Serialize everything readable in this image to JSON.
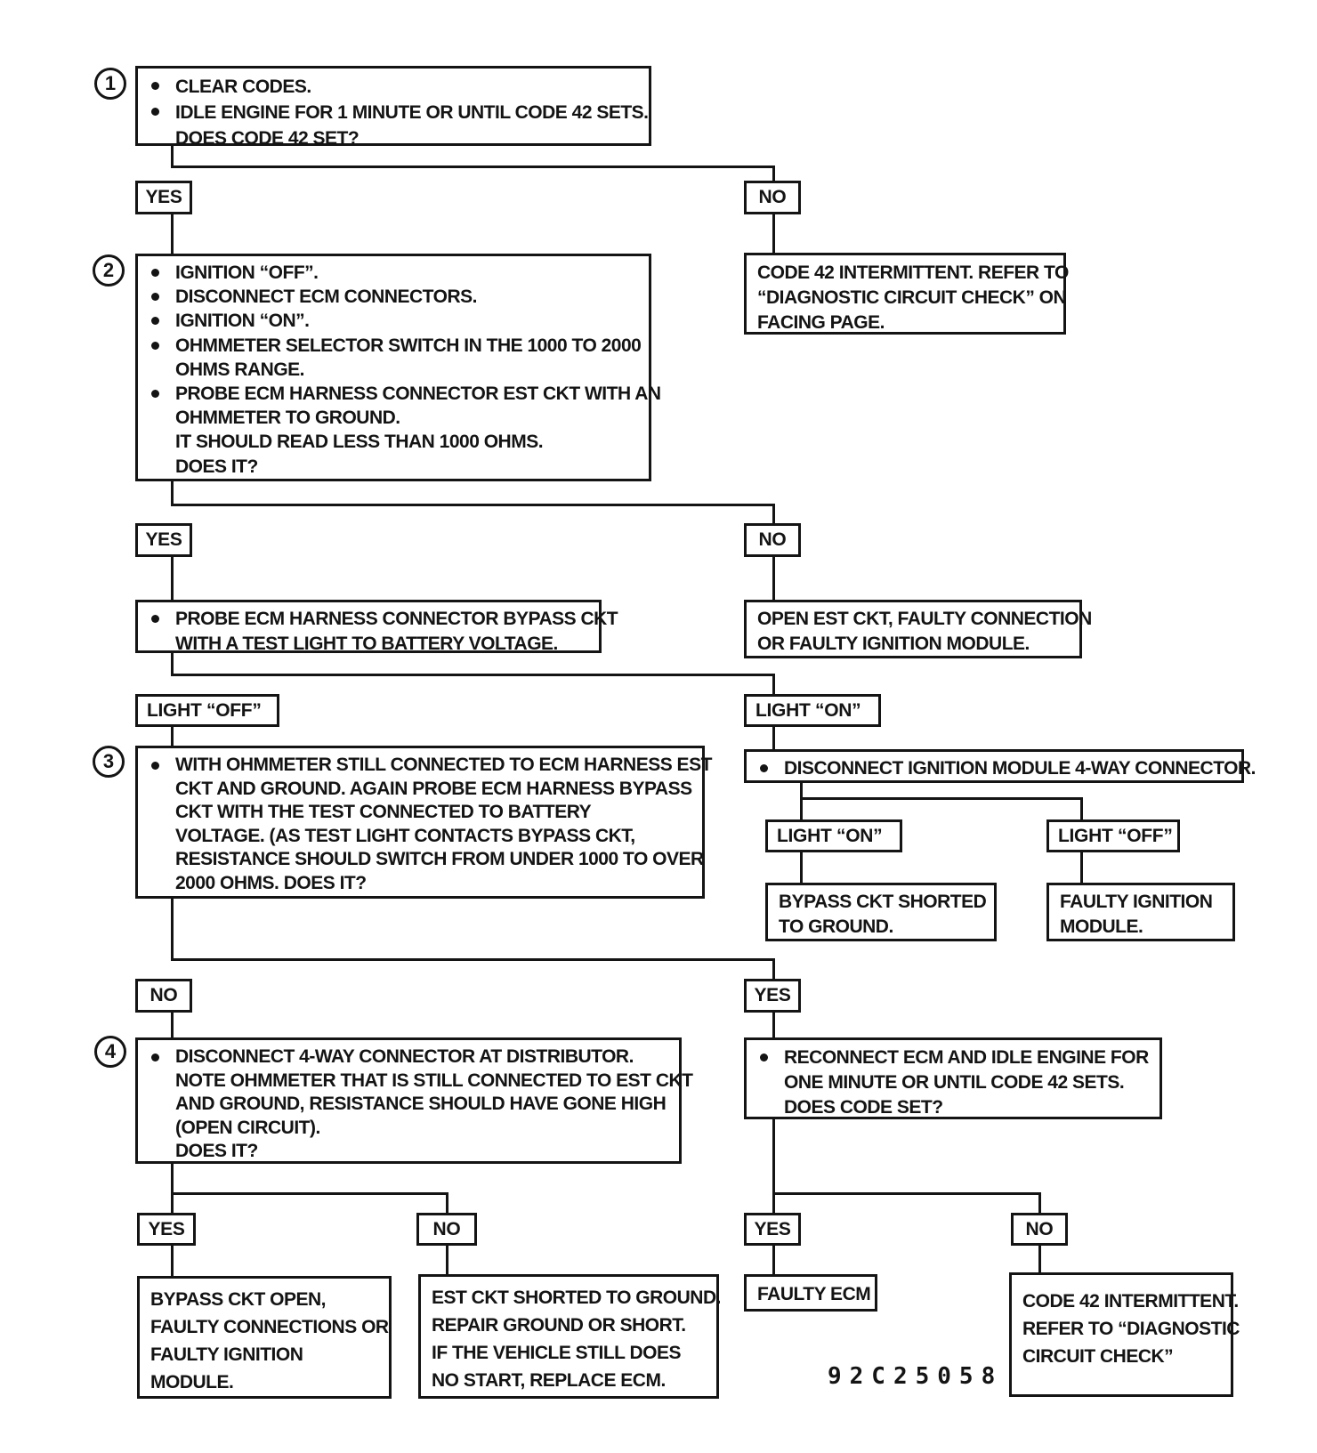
{
  "figure_number": "92C25058",
  "colors": {
    "ink": "#141414",
    "paper": "#ffffff"
  },
  "steps": {
    "s1": "1",
    "s2": "2",
    "s3": "3",
    "s4": "4"
  },
  "labels": {
    "yes1": "YES",
    "no1": "NO",
    "yes2": "YES",
    "no2": "NO",
    "lightOff1": "LIGHT “OFF”",
    "lightOn1": "LIGHT “ON”",
    "lightOn2": "LIGHT “ON”",
    "lightOff2": "LIGHT “OFF”",
    "no3": "NO",
    "yes3": "YES",
    "yes4": "YES",
    "no4": "NO",
    "yes5": "YES",
    "no5": "NO"
  },
  "nodes": {
    "box1": {
      "lines": [
        "CLEAR CODES.",
        "IDLE ENGINE FOR 1 MINUTE OR UNTIL CODE 42 SETS.",
        "DOES CODE 42 SET?"
      ]
    },
    "box2": {
      "lines": [
        "IGNITION “OFF”.",
        "DISCONNECT ECM CONNECTORS.",
        "IGNITION “ON”.",
        "OHMMETER SELECTOR SWITCH IN THE 1000 TO 2000",
        "OHMS RANGE.",
        "PROBE ECM HARNESS CONNECTOR EST CKT WITH AN",
        "OHMMETER TO GROUND.",
        "IT SHOULD READ LESS THAN 1000 OHMS.",
        "DOES IT?"
      ]
    },
    "code42a": {
      "lines": [
        "CODE 42 INTERMITTENT. REFER TO",
        "“DIAGNOSTIC CIRCUIT CHECK” ON",
        "FACING PAGE."
      ]
    },
    "probe": {
      "lines": [
        "PROBE ECM HARNESS CONNECTOR BYPASS CKT",
        "WITH A TEST LIGHT TO BATTERY VOLTAGE."
      ]
    },
    "openEst": {
      "lines": [
        "OPEN EST CKT, FAULTY CONNECTION",
        "OR FAULTY IGNITION MODULE."
      ]
    },
    "box3": {
      "lines": [
        "WITH OHMMETER STILL CONNECTED TO ECM HARNESS EST",
        "CKT AND GROUND. AGAIN PROBE ECM HARNESS BYPASS",
        "CKT WITH THE TEST CONNECTED TO BATTERY",
        "VOLTAGE. (AS TEST LIGHT CONTACTS BYPASS CKT,",
        "RESISTANCE SHOULD SWITCH FROM UNDER 1000 TO OVER",
        "2000 OHMS. DOES IT?"
      ]
    },
    "disconnect": {
      "lines": [
        "DISCONNECT IGNITION MODULE 4-WAY CONNECTOR."
      ]
    },
    "bypassShorted": {
      "lines": [
        "BYPASS CKT SHORTED",
        "TO GROUND."
      ]
    },
    "faultyIgnitionModule": {
      "lines": [
        "FAULTY IGNITION",
        "MODULE."
      ]
    },
    "box4": {
      "lines": [
        "DISCONNECT 4-WAY CONNECTOR AT DISTRIBUTOR.",
        "NOTE OHMMETER THAT IS STILL CONNECTED TO EST CKT",
        "AND GROUND, RESISTANCE SHOULD HAVE GONE HIGH",
        "(OPEN CIRCUIT).",
        "DOES IT?"
      ]
    },
    "reconnect": {
      "lines": [
        "RECONNECT ECM AND IDLE ENGINE FOR",
        "ONE MINUTE OR UNTIL CODE 42 SETS.",
        "DOES CODE SET?"
      ]
    },
    "bypassOpen": {
      "lines": [
        "BYPASS CKT OPEN,",
        "FAULTY CONNECTIONS OR",
        "FAULTY IGNITION",
        "MODULE."
      ]
    },
    "estShorted": {
      "lines": [
        "EST CKT SHORTED TO GROUND.",
        "REPAIR GROUND OR SHORT.",
        "IF THE VEHICLE STILL DOES",
        "NO START, REPLACE ECM."
      ]
    },
    "faultyEcm": {
      "lines": [
        "FAULTY ECM"
      ]
    },
    "code42b": {
      "lines": [
        "CODE 42 INTERMITTENT.",
        "REFER TO “DIAGNOSTIC",
        "CIRCUIT CHECK”"
      ]
    }
  }
}
